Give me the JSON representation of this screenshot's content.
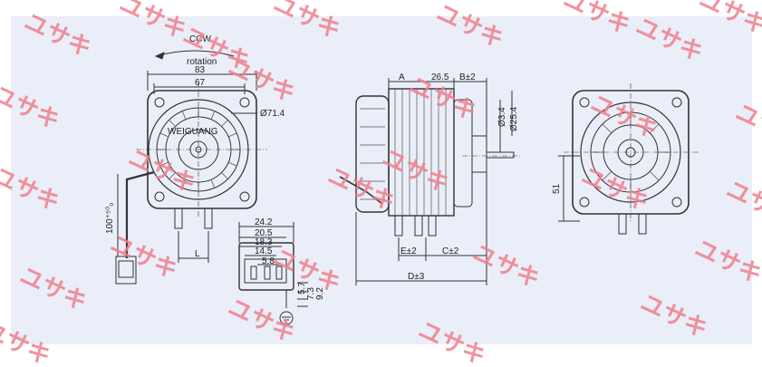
{
  "labels": {
    "ccw": "CCW",
    "rotation": "rotation",
    "w83": "83",
    "w67": "67",
    "dia714": "Ø71.4",
    "cable": "100⁺⁵⁰₀",
    "L": "L",
    "A": "A",
    "d265": "26.5",
    "B": "B±2",
    "dia34": "Ø3.4",
    "dia254": "Ø25.4",
    "E": "E±2",
    "C": "C±2",
    "D": "D±3",
    "h51": "51",
    "brand": "WEIGUANG",
    "t242": "24.2",
    "t205": "20.5",
    "t183": "18.3",
    "t145": "14.5",
    "t58": "5.8",
    "t57": "5.7",
    "t73": "7.3",
    "t92": "9.2"
  },
  "watermark": "ユサキ",
  "colors": {
    "background": "#eaeef8",
    "line": "#333333",
    "watermark": "#f07f8c"
  }
}
